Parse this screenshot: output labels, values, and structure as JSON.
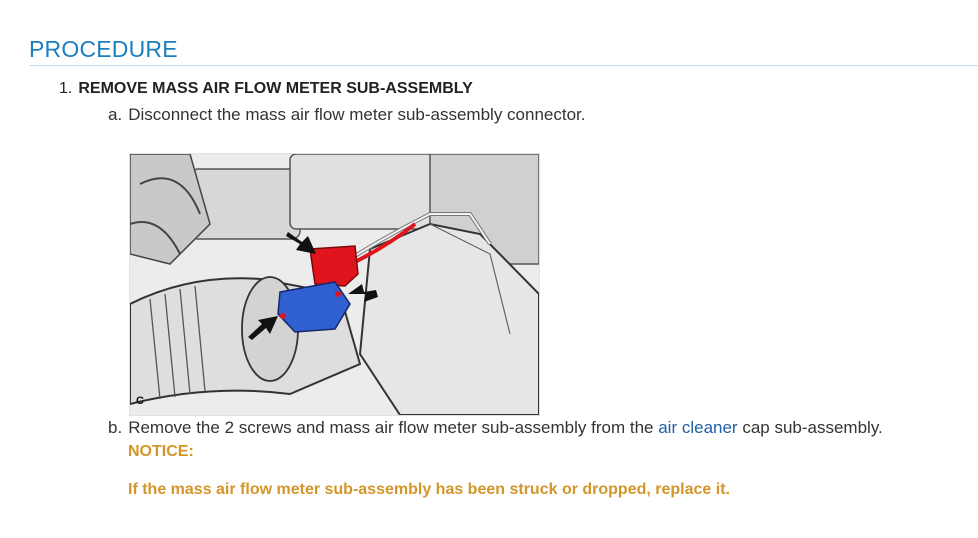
{
  "section": {
    "title": "PROCEDURE"
  },
  "step1": {
    "number": "1.",
    "title": "REMOVE MASS AIR FLOW METER SUB-ASSEMBLY",
    "sub_a": {
      "letter": "a.",
      "text": "Disconnect the mass air flow meter sub-assembly connector."
    },
    "figure": {
      "label": "C"
    },
    "sub_b": {
      "letter": "b.",
      "text_before": "Remove the 2 screws and mass air flow meter sub-assembly from the ",
      "link": "air cleaner",
      "text_after": " cap sub-assembly."
    },
    "notice": {
      "label": "NOTICE:",
      "text": "If the mass air flow meter sub-assembly has been struck or dropped, replace it."
    }
  },
  "colors": {
    "heading": "#1a7fc1",
    "link": "#1f5fa8",
    "notice": "#d4952a",
    "connector": "#e0141c",
    "meter": "#2f5fd0"
  }
}
